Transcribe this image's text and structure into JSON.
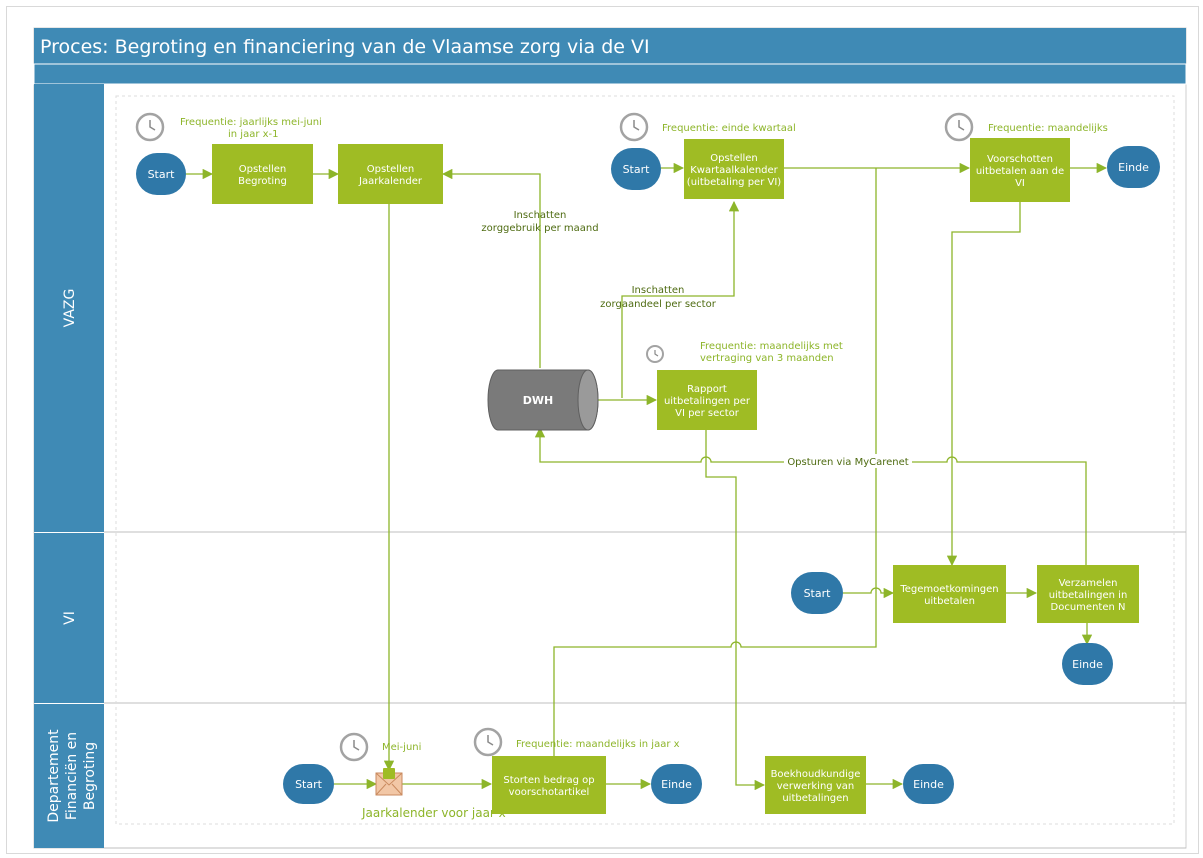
{
  "title": "Proces: Begroting en financiering van de Vlaamse zorg via de VI",
  "lanes": {
    "vazg": "VAZG",
    "vi": "VI",
    "dep_line1": "Departement",
    "dep_line2": "Financiën en",
    "dep_line3": "Begroting"
  },
  "nodes": {
    "opstellen_begroting": [
      "Opstellen",
      "Begroting"
    ],
    "opstellen_jaarkalender": [
      "Opstellen",
      "Jaarkalender"
    ],
    "opstellen_kwartaalkalender": [
      "Opstellen",
      "Kwartaalkalender",
      "(uitbetaling per VI)"
    ],
    "voorschotten": [
      "Voorschotten",
      "uitbetalen aan de",
      "VI"
    ],
    "rapport": [
      "Rapport",
      "uitbetalingen per",
      "VI per sector"
    ],
    "dwh": "DWH",
    "tegemoetkomingen": [
      "Tegemoetkomingen",
      "uitbetalen"
    ],
    "verzamelen": [
      "Verzamelen",
      "uitbetalingen in",
      "Documenten N"
    ],
    "storten": [
      "Storten bedrag op",
      "voorschotartikel"
    ],
    "boekhoudkundige": [
      "Boekhoudkundige",
      "verwerking van",
      "uitbetalingen"
    ]
  },
  "events": {
    "start": "Start",
    "einde": "Einde"
  },
  "notes": {
    "freq_jaarlijks_1": "Frequentie: jaarlijks mei-juni",
    "freq_jaarlijks_2": "in jaar x-1",
    "freq_kwartaal": "Frequentie: einde kwartaal",
    "freq_maandelijks": "Frequentie: maandelijks",
    "freq_vertraging_1": "Frequentie: maandelijks met",
    "freq_vertraging_2": "vertraging van 3 maanden",
    "mei_juni": "Mei-juni",
    "freq_jaar_x": "Frequentie: maandelijks in jaar x"
  },
  "flow_labels": {
    "zorggebruik_1": "Inschatten",
    "zorggebruik_2": "zorggebruik per maand",
    "zorgaandeel_1": "Inschatten",
    "zorgaandeel_2": "zorgaandeel per sector",
    "mycarenet": "Opsturen via MyCarenet"
  },
  "message": "Jaarkalender voor jaar x",
  "colors": {
    "lane_header": "#3f8ab5",
    "task": "#9fbc24",
    "event": "#2f78a8",
    "flow": "#8db52a",
    "dwh": "#7a7a7a"
  }
}
